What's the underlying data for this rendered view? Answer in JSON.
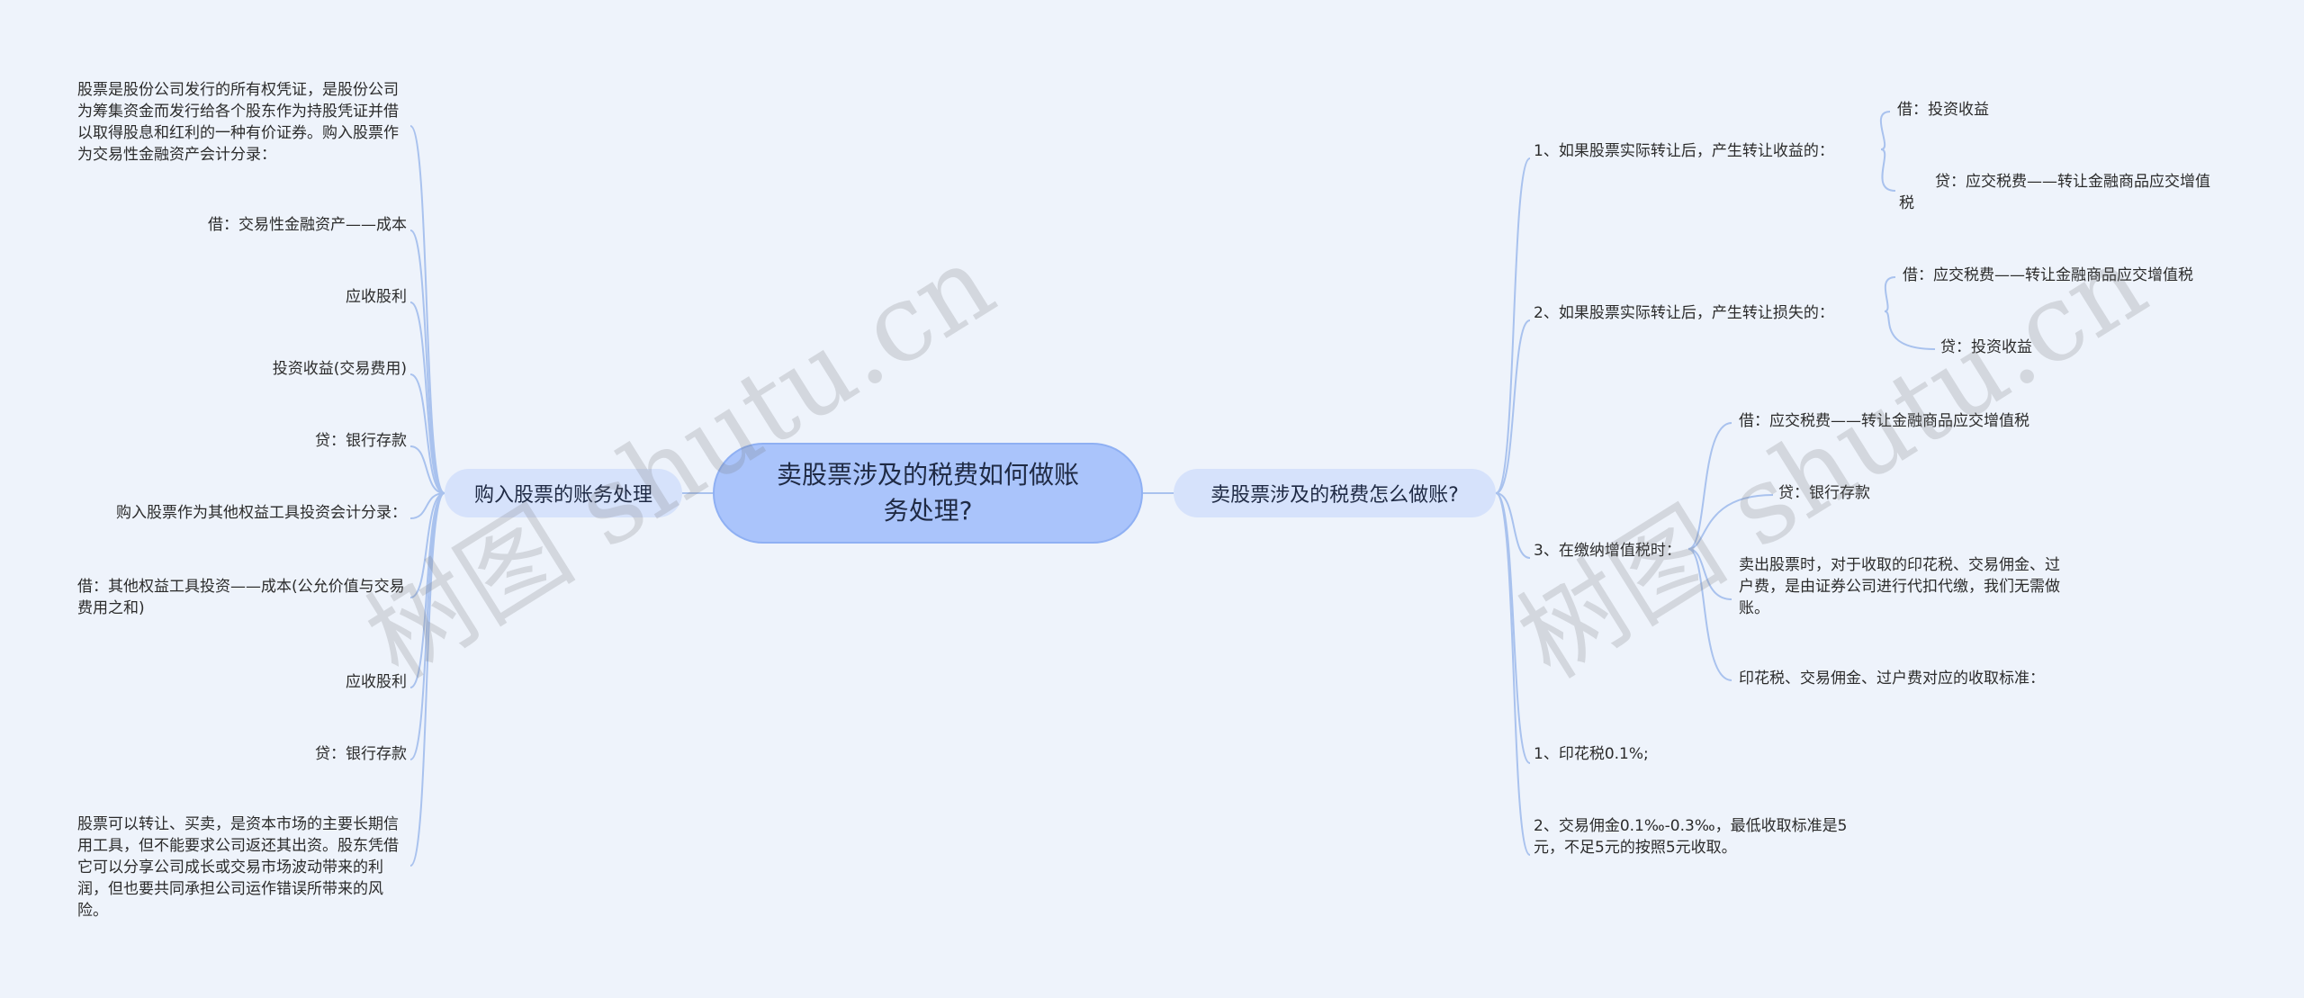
{
  "central": "卖股票涉及的税费如何做账务处理?",
  "left_branch": {
    "label": "购入股票的账务处理",
    "items": [
      "股票是股份公司发行的所有权凭证，是股份公司为筹集资金而发行给各个股东作为持股凭证并借以取得股息和红利的一种有价证券。购入股票作为交易性金融资产会计分录：",
      "借：交易性金融资产——成本",
      "应收股利",
      "投资收益(交易费用)",
      "贷：银行存款",
      "购入股票作为其他权益工具投资会计分录：",
      "借：其他权益工具投资——成本(公允价值与交易费用之和)",
      "应收股利",
      "贷：银行存款",
      "股票可以转让、买卖，是资本市场的主要长期信用工具，但不能要求公司返还其出资。股东凭借它可以分享公司成长或交易市场波动带来的利润，但也要共同承担公司运作错误所带来的风险。"
    ]
  },
  "right_branch": {
    "label": "卖股票涉及的税费怎么做账?",
    "items": [
      {
        "label": "1、如果股票实际转让后，产生转让收益的：",
        "children": [
          "借：投资收益",
          "贷：应交税费——转让金融商品应交增值税"
        ]
      },
      {
        "label": "2、如果股票实际转让后，产生转让损失的：",
        "children": [
          "借：应交税费——转让金融商品应交增值税",
          "贷：投资收益"
        ]
      },
      {
        "label": "3、在缴纳增值税时：",
        "children": [
          "借：应交税费——转让金融商品应交增值税",
          "贷：银行存款",
          "卖出股票时，对于收取的印花税、交易佣金、过户费，是由证券公司进行代扣代缴，我们无需做账。",
          "印花税、交易佣金、过户费对应的收取标准："
        ]
      },
      {
        "label": "1、印花税0.1%;",
        "children": []
      },
      {
        "label": "2、交易佣金0.1‰-0.3‰，最低收取标准是5元，不足5元的按照5元收取。",
        "children": []
      }
    ]
  },
  "watermark": "树图 shutu.cn",
  "colors": {
    "background": "#eef3fb",
    "central_fill": "#aac4fb",
    "branch_fill": "#d6e2fb",
    "connector": "#a9c2ee"
  }
}
